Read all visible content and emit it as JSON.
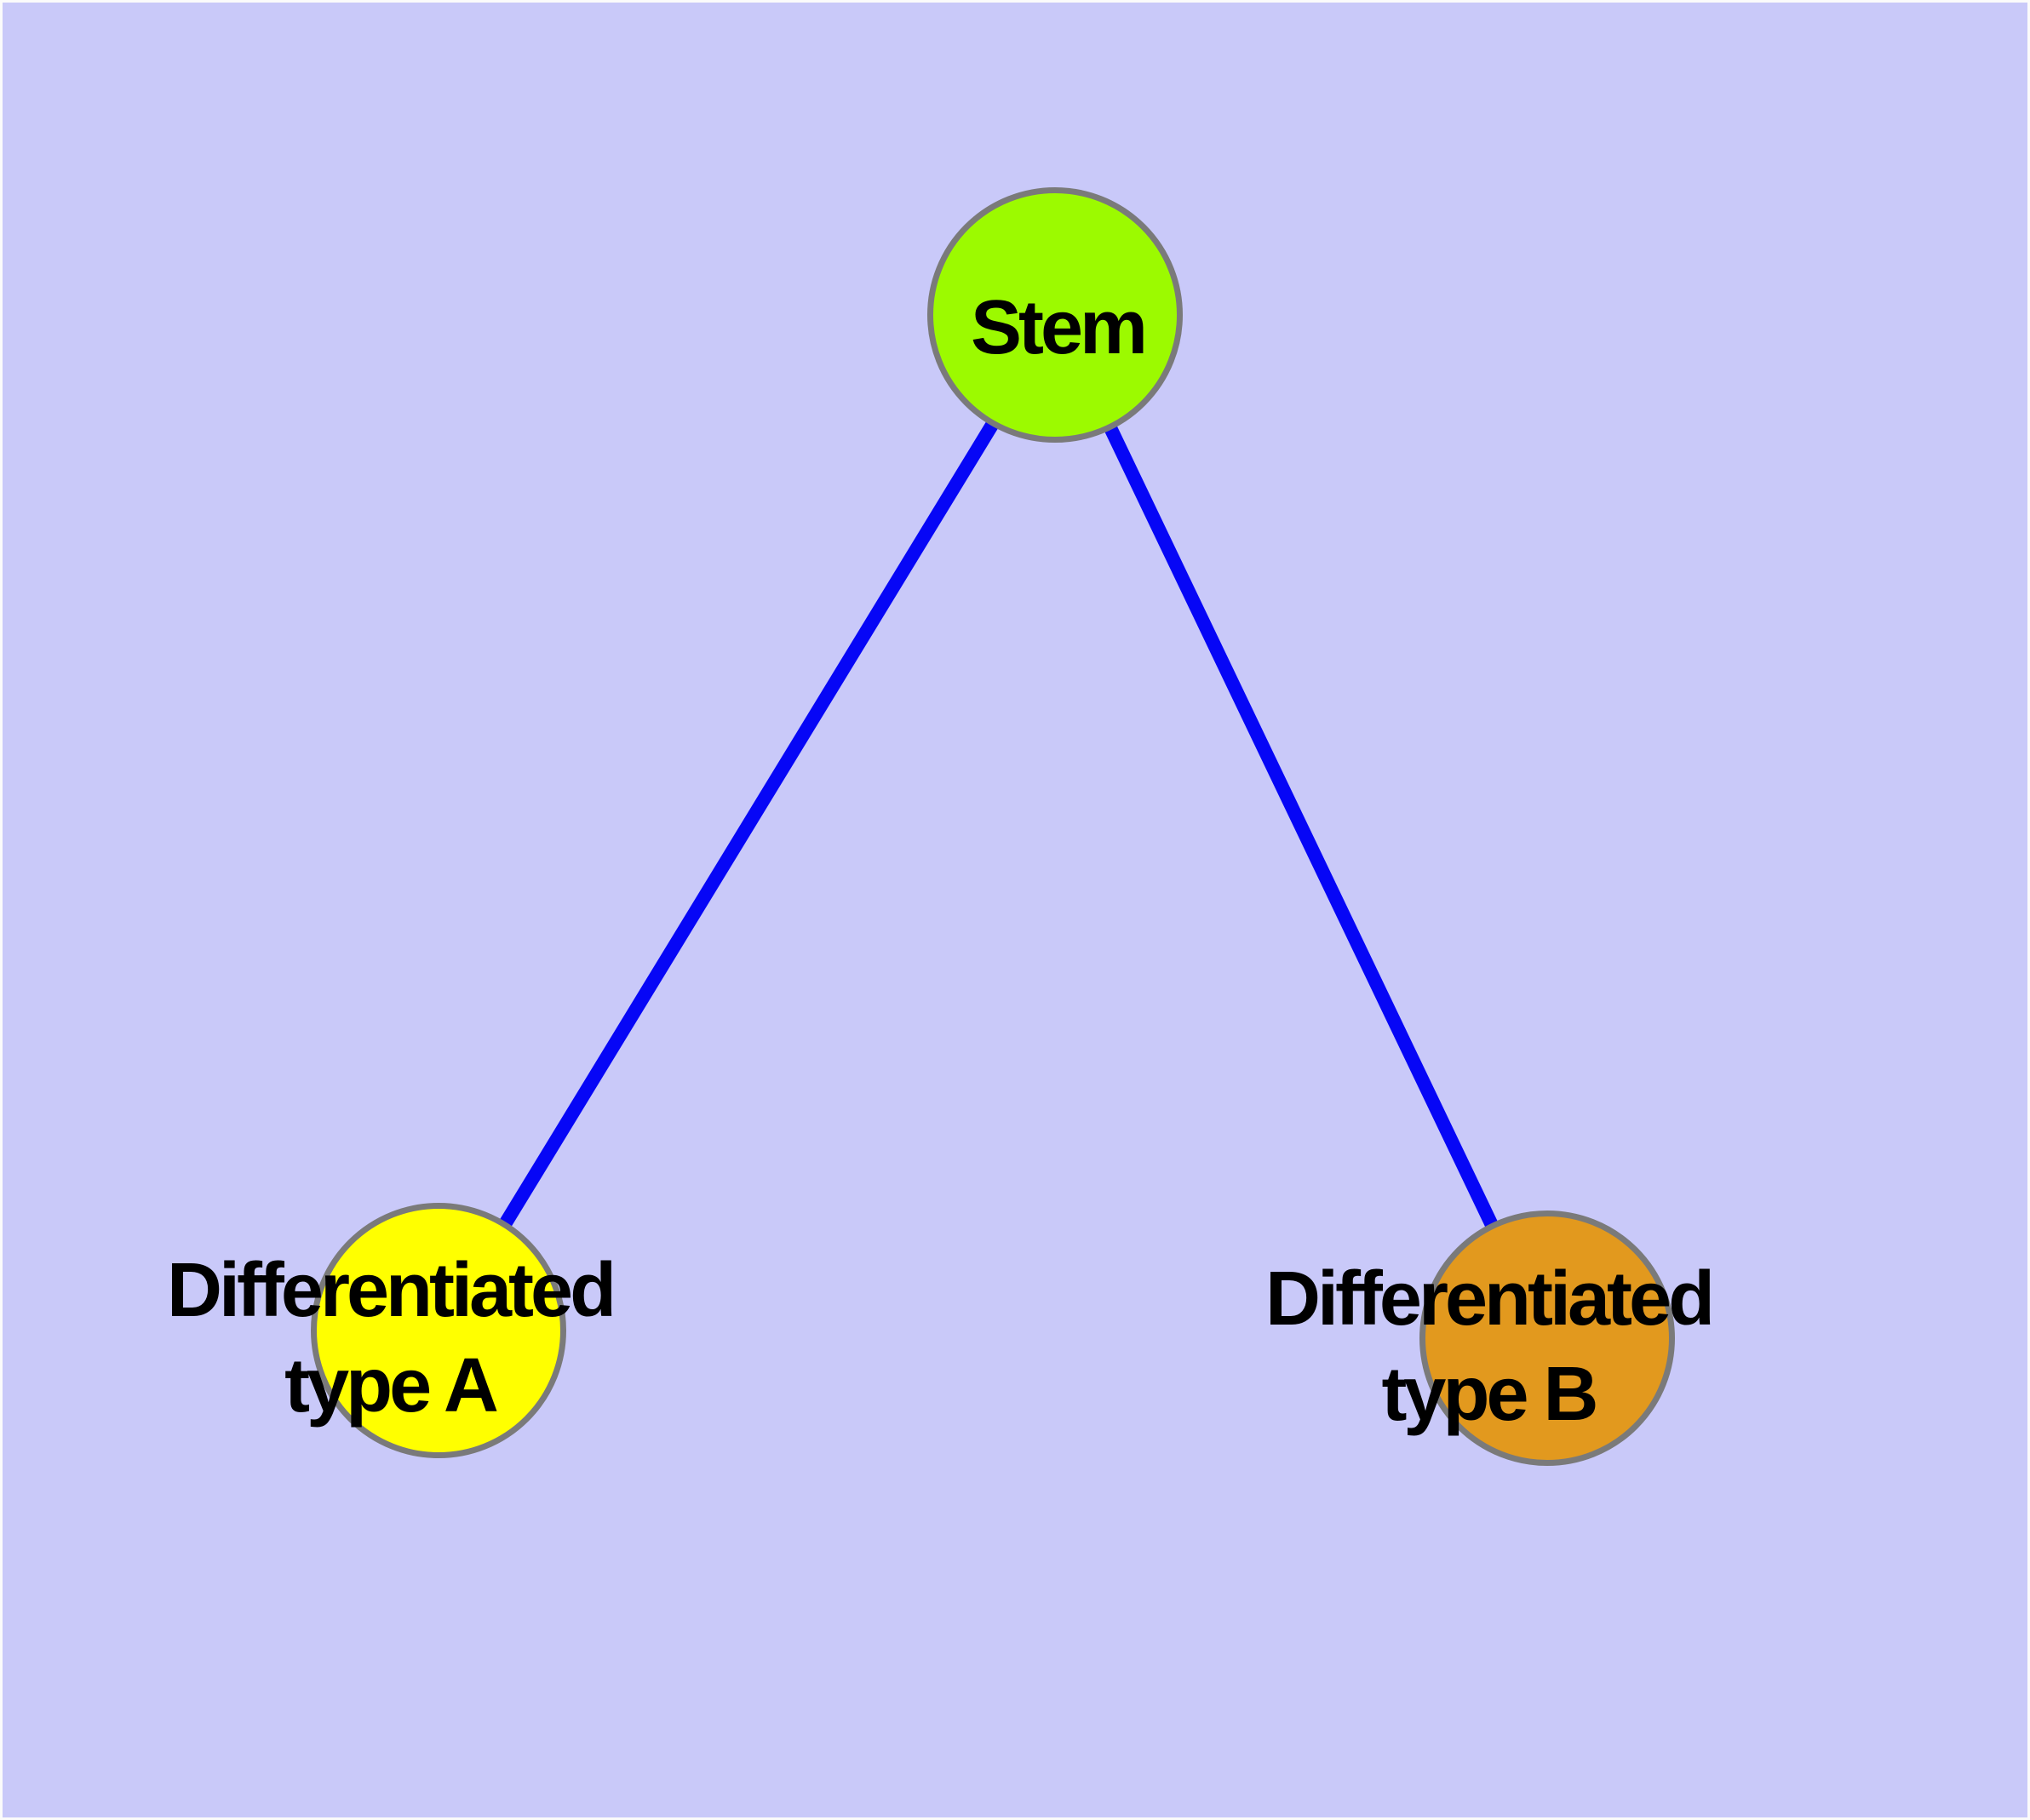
{
  "background_color": "#c9c9f9",
  "frame_color": "#fbfbfb",
  "graph": {
    "type": "node-link-diagram",
    "edge_color": "#0606f6",
    "node_border_color": "#7a7a7a",
    "nodes": [
      {
        "id": "stem",
        "label": "Stem",
        "label_lines": [
          "Stem"
        ],
        "color": "#9cfa00"
      },
      {
        "id": "diff-a",
        "label": "Differentiated type A",
        "label_lines": [
          "Differentiated",
          "type A"
        ],
        "color": "#ffff00"
      },
      {
        "id": "diff-b",
        "label": "Differentiated type B",
        "label_lines": [
          "Differentiated",
          "type B"
        ],
        "color": "#e2991e"
      }
    ],
    "edges": [
      {
        "from": "stem",
        "to": "diff-a"
      },
      {
        "from": "stem",
        "to": "diff-b"
      }
    ]
  }
}
